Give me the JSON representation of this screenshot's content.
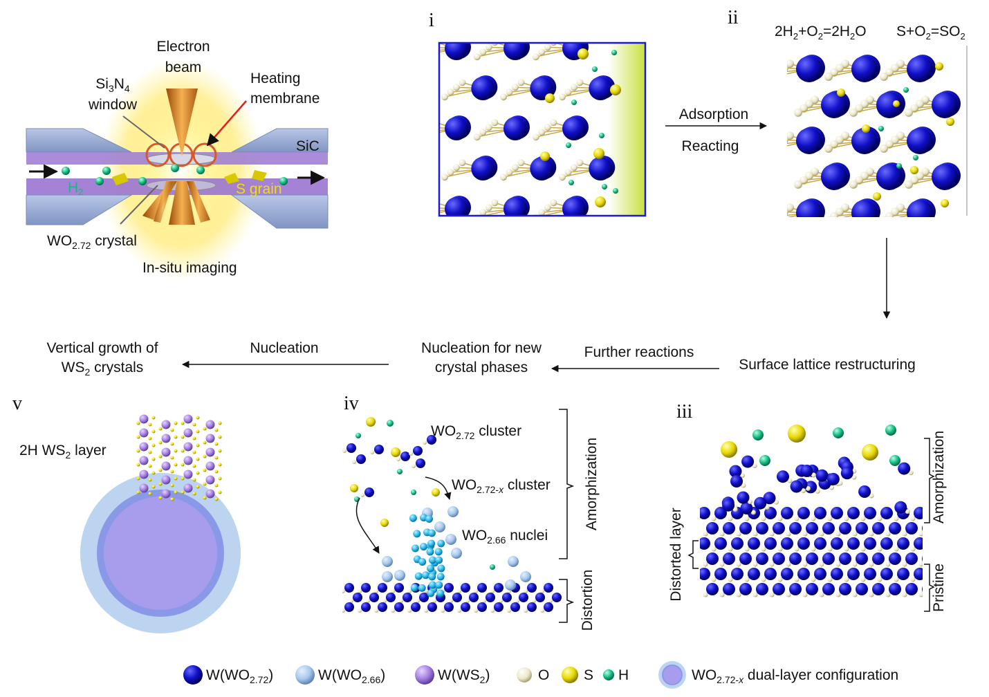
{
  "panel_labels": {
    "i": "i",
    "ii": "ii",
    "iii": "iii",
    "iv": "iv",
    "v": "v"
  },
  "setup": {
    "electron_beam_1": "Electron",
    "electron_beam_2": "beam",
    "window_1": "Si",
    "window_sub3": "3",
    "window_n": "N",
    "window_sub4": "4",
    "window_2": "window",
    "heating_1": "Heating",
    "heating_2": "membrane",
    "sic": "SiC",
    "h2": "H",
    "h2_sub": "2",
    "s_grain": "S grain",
    "crystal": "WO",
    "crystal_sub": "2.72",
    "crystal_tail": " crystal",
    "insitu": "In-situ imaging"
  },
  "reactions": {
    "eq1_a": "2H",
    "eq1_sub1": "2",
    "eq1_b": "+O",
    "eq1_sub2": "2",
    "eq1_c": "=2H",
    "eq1_sub3": "2",
    "eq1_d": "O",
    "eq2_a": "S+O",
    "eq2_sub1": "2",
    "eq2_b": "=SO",
    "eq2_sub2": "2"
  },
  "flow": {
    "adsorption": "Adsorption",
    "reacting": "Reacting",
    "surface": "Surface lattice restructuring",
    "further": "Further reactions",
    "nucleation_new_1": "Nucleation for new",
    "nucleation_new_2": "crystal phases",
    "nucleation": "Nucleation",
    "vertical_1": "Vertical growth of",
    "vertical_2a": "WS",
    "vertical_2sub": "2",
    "vertical_2b": " crystals"
  },
  "panel_iii": {
    "amorphization": "Amorphization",
    "distorted": "Distorted layer",
    "pristine": "Pristine"
  },
  "panel_iv": {
    "cluster1_a": "WO",
    "cluster1_sub": "2.72",
    "cluster1_b": " cluster",
    "cluster2_a": "WO",
    "cluster2_sub": "2.72-",
    "cluster2_x": "x",
    "cluster2_b": " cluster",
    "nuclei_a": "WO",
    "nuclei_sub": "2.66",
    "nuclei_b": " nuclei",
    "amorphization": "Amorphization",
    "distortion": "Distortion"
  },
  "panel_v": {
    "layer_a": "2H WS",
    "layer_sub": "2",
    "layer_b": " layer"
  },
  "legend": {
    "w272_a": "W(WO",
    "w272_sub": "2.72",
    "w272_b": ")",
    "w266_a": "W(WO",
    "w266_sub": "2.66",
    "w266_b": ")",
    "wws2_a": "W(WS",
    "wws2_sub": "2",
    "wws2_b": ")",
    "o": "O",
    "s": "S",
    "h": "H",
    "dual_a": "WO",
    "dual_sub": "2.72-",
    "dual_x": "x",
    "dual_b": " dual-layer configuration"
  },
  "colors": {
    "w272": "#1010c8",
    "w266": "#9ec4ea",
    "wws2": "#9b6fd6",
    "oxygen": "#ece8cc",
    "sulfur": "#e8d800",
    "hydrogen": "#10b880",
    "bond": "#c8a640",
    "membrane": "#9a7fd0",
    "sic": "#9aaed6",
    "beam": "#e08a20"
  }
}
